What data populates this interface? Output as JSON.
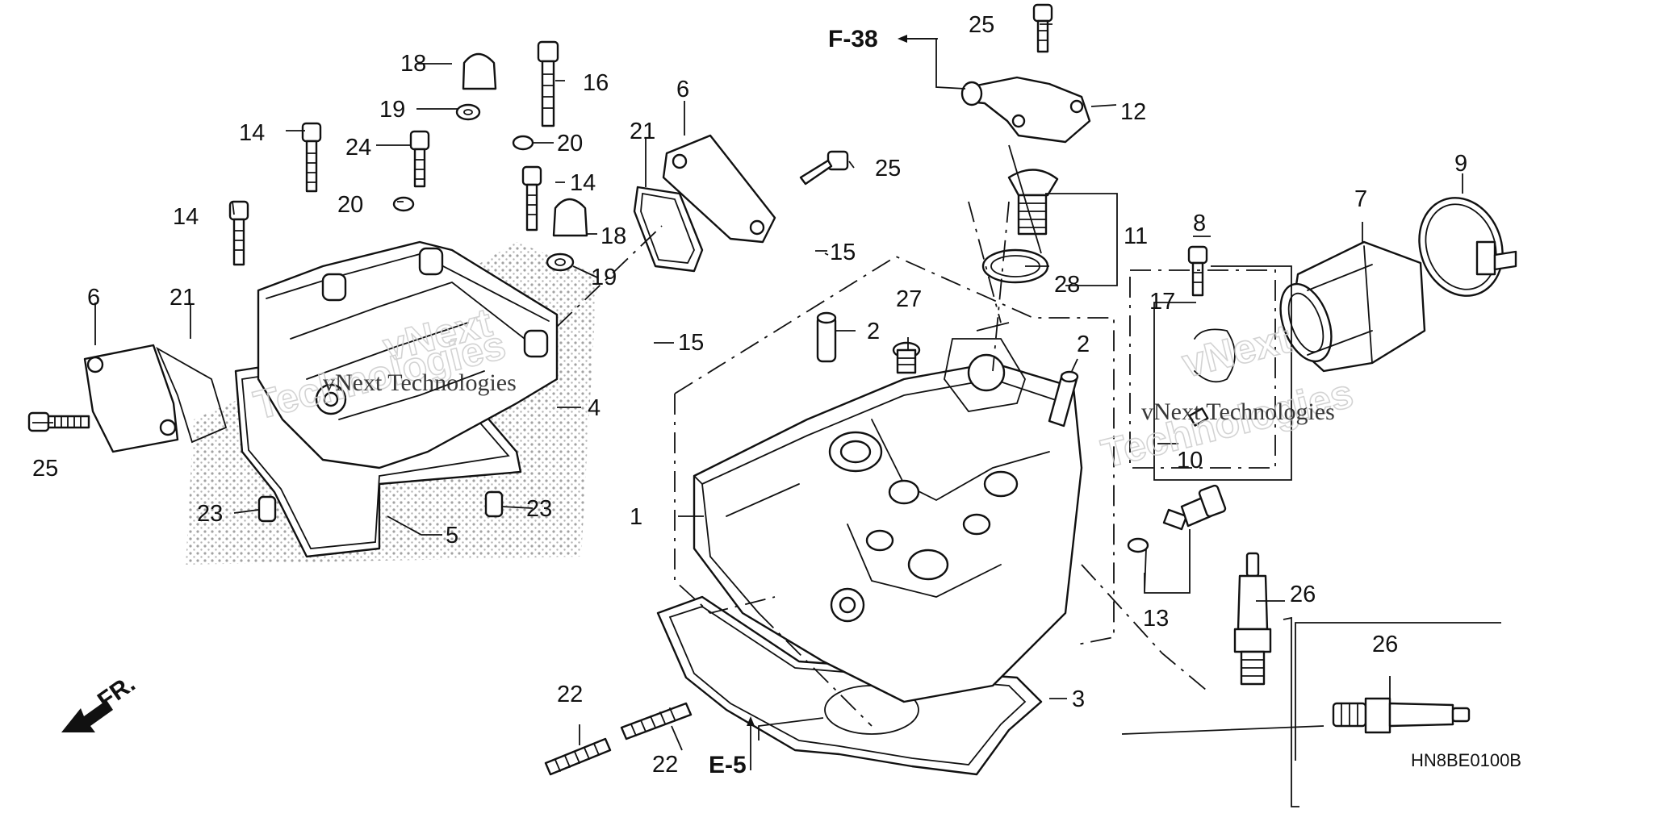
{
  "diagram": {
    "callouts": [
      "1",
      "2",
      "2",
      "3",
      "4",
      "5",
      "6",
      "6",
      "7",
      "8",
      "9",
      "10",
      "11",
      "12",
      "13",
      "14",
      "14",
      "14",
      "15",
      "15",
      "16",
      "17",
      "18",
      "18",
      "19",
      "19",
      "20",
      "20",
      "21",
      "21",
      "22",
      "22",
      "23",
      "23",
      "24",
      "25",
      "25",
      "25",
      "26",
      "26",
      "27",
      "28"
    ],
    "refs": {
      "top": "F-38",
      "bottom": "E-5"
    },
    "direction": "FR.",
    "diagram_code": "HN8BE0100B",
    "watermark": {
      "brand": "vNext",
      "line": "vNext Technologies",
      "word": "Technologies"
    }
  }
}
